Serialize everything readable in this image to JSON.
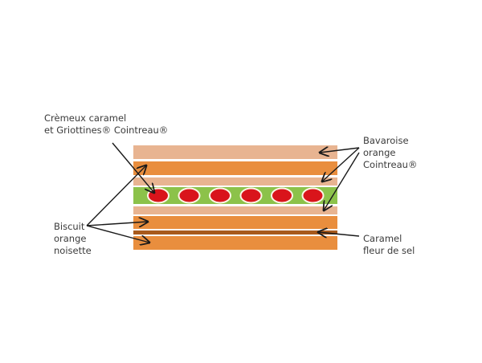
{
  "diagram": {
    "title": "Cake cross-section layers",
    "colors": {
      "peach": "#e8b491",
      "orange": "#e98e3e",
      "green": "#8cc24a",
      "red": "#d9141b",
      "caramel": "#a85a1c",
      "separator": "#ffffff",
      "arrow": "#1a1a1a",
      "text": "#3a3a3a"
    },
    "layers": [
      {
        "name": "bavaroise-top",
        "kind": "peach"
      },
      {
        "name": "biscuit-top",
        "kind": "orange"
      },
      {
        "name": "bavaroise-middle",
        "kind": "peach"
      },
      {
        "name": "cremeux-griottines",
        "kind": "green",
        "cherries": 6
      },
      {
        "name": "bavaroise-bottom",
        "kind": "peach"
      },
      {
        "name": "biscuit-middle",
        "kind": "orange"
      },
      {
        "name": "caramel-fleur-de-sel",
        "kind": "caramel"
      },
      {
        "name": "biscuit-bottom",
        "kind": "orange"
      }
    ],
    "labels": {
      "cremeux": [
        "Crèmeux caramel",
        "et Griottines® Cointreau®"
      ],
      "bavaroise": [
        "Bavaroise",
        "orange",
        "Cointreau®"
      ],
      "biscuit": [
        "Biscuit",
        "orange",
        "noisette"
      ],
      "caramel": [
        "Caramel",
        "fleur de sel"
      ]
    }
  }
}
